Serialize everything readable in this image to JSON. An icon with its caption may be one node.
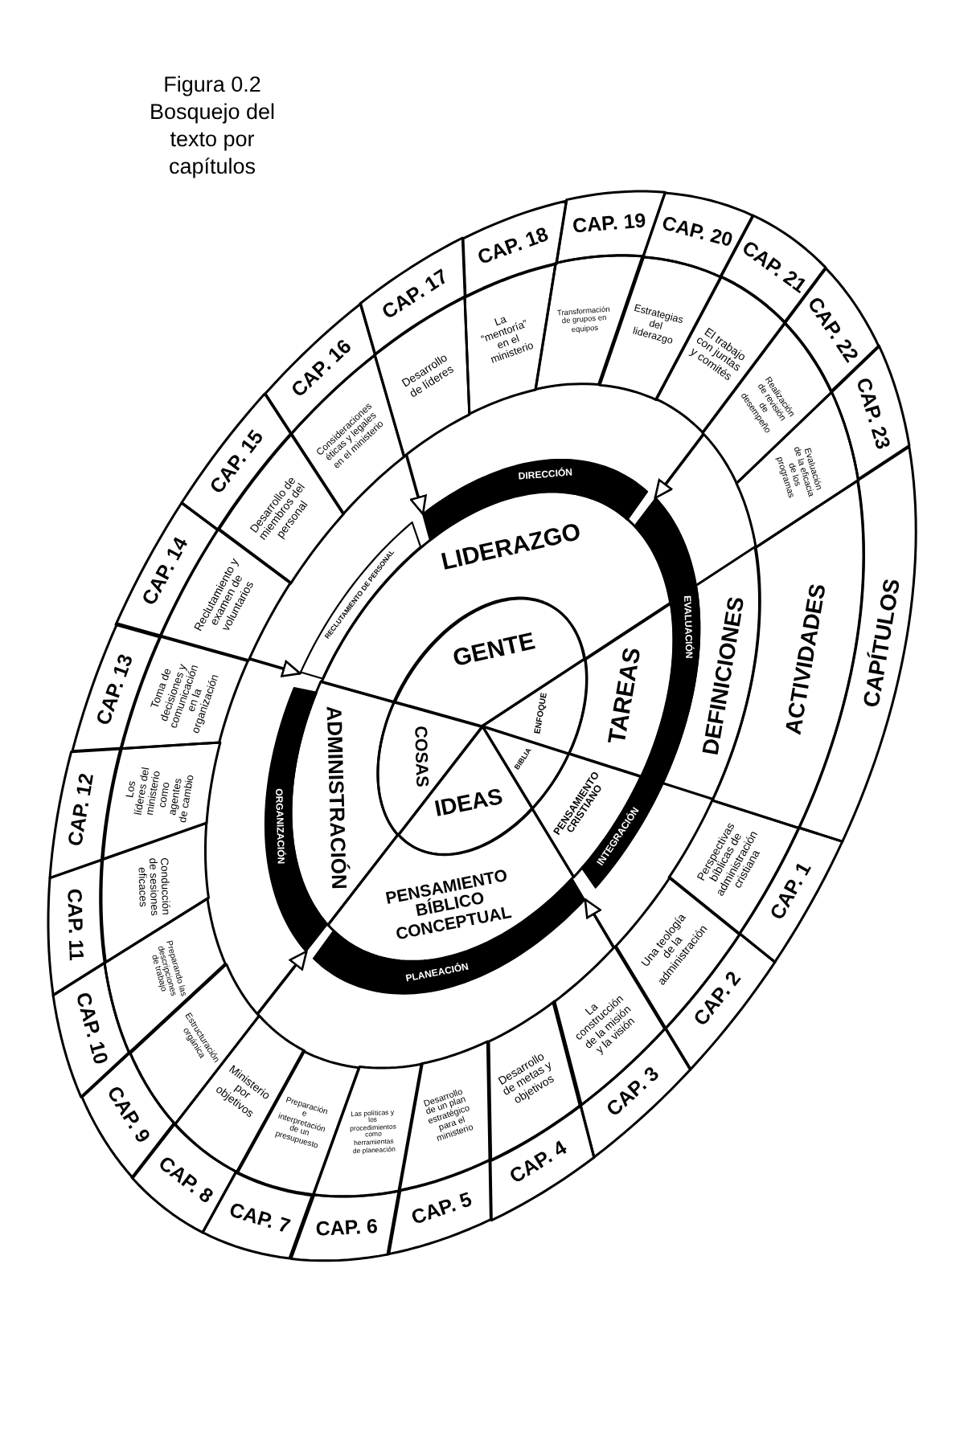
{
  "diagram": {
    "title": "Figura 0.2",
    "caption": "Bosquejo del texto por capítulos",
    "nodes": [
      {
        "text": [
          "GENTE"
        ]
      },
      {
        "text": [
          "COSAS"
        ]
      },
      {
        "text": [
          "IDEAS"
        ]
      },
      {
        "text": [
          "BIBLIA"
        ]
      },
      {
        "text": [
          "ENFOQUE"
        ]
      },
      {
        "text": [
          "LIDERAZGO"
        ]
      },
      {
        "text": [
          "ADMINISTRACIÓN"
        ]
      },
      {
        "text": [
          "PENSAMIENTO BÍBLICO CONCEPTUAL"
        ]
      },
      {
        "text": [
          "PENSAMIENTO CRISTIANO"
        ]
      },
      {
        "text": [
          "TAREAS"
        ]
      },
      {
        "text": [
          "DIRECCIÓN"
        ]
      },
      {
        "text": [
          "EVALUACIÓN"
        ]
      },
      {
        "text": [
          "INTEGRACIÓN"
        ]
      },
      {
        "text": [
          "PLANEACIÓN"
        ]
      },
      {
        "text": [
          "ORGANIZACIÓN"
        ]
      },
      {
        "text": [
          "RECLUTAMIENTO DE PERSONAL"
        ]
      },
      {
        "text": [
          "DEFINICIONES"
        ]
      },
      {
        "text": [
          "Perspectivas bíblicas de administración cristiana"
        ]
      },
      {
        "text": [
          "Una teología de la administración"
        ]
      },
      {
        "text": [
          "La construcción de la misión y la visión"
        ]
      },
      {
        "text": [
          "Desarrollo de metas y objetivos"
        ]
      },
      {
        "text": [
          "Desarrollo de un plan estratégico para el ministerio"
        ]
      },
      {
        "text": [
          "Las políticas y los procedimientos como herramientas de planeación"
        ]
      },
      {
        "text": [
          "Preparación e interpretación de un presupuesto"
        ]
      },
      {
        "text": [
          "Ministerio por objetivos"
        ]
      },
      {
        "text": [
          "Estructuración orgánica"
        ]
      },
      {
        "text": [
          "Preparando las descripciones de trabajo"
        ]
      },
      {
        "text": [
          "Conducción de sesiones eficaces"
        ]
      },
      {
        "text": [
          "Los líderes del ministerio como agentes de cambio"
        ]
      },
      {
        "text": [
          "Toma de decisiones y comunicación en la organización"
        ]
      },
      {
        "text": [
          "Reclutamiento y examen de voluntarios"
        ]
      },
      {
        "text": [
          "Desarrollo de miembros del personal"
        ]
      },
      {
        "text": [
          "Consideraciones éticas y legales en el ministerio"
        ]
      },
      {
        "text": [
          "Desarrollo de líderes"
        ]
      },
      {
        "text": [
          "La “mentoría” en el ministerio"
        ]
      },
      {
        "text": [
          "Transformación de grupos en equipos"
        ]
      },
      {
        "text": [
          "Estrategias del liderazgo"
        ]
      },
      {
        "text": [
          "El trabajo con juntas y comités"
        ]
      },
      {
        "text": [
          "Realización de revisión de desempeño"
        ]
      },
      {
        "text": [
          "Evaluación de la eficacia de los programas"
        ]
      },
      {
        "text": [
          "ACTIVIDADES"
        ]
      },
      {
        "text": [
          "CAP. 1"
        ]
      },
      {
        "text": [
          "CAP. 2"
        ]
      },
      {
        "text": [
          "CAP. 3"
        ]
      },
      {
        "text": [
          "CAP. 4"
        ]
      },
      {
        "text": [
          "CAP. 5"
        ]
      },
      {
        "text": [
          "CAP. 6"
        ]
      },
      {
        "text": [
          "CAP. 7"
        ]
      },
      {
        "text": [
          "CAP. 8"
        ]
      },
      {
        "text": [
          "CAP. 9"
        ]
      },
      {
        "text": [
          "CAP. 10"
        ]
      },
      {
        "text": [
          "CAP. 11"
        ]
      },
      {
        "text": [
          "CAP. 12"
        ]
      },
      {
        "text": [
          "CAP. 13"
        ]
      },
      {
        "text": [
          "CAP. 14"
        ]
      },
      {
        "text": [
          "CAP. 15"
        ]
      },
      {
        "text": [
          "CAP. 16"
        ]
      },
      {
        "text": [
          "CAP. 17"
        ]
      },
      {
        "text": [
          "CAP. 18"
        ]
      },
      {
        "text": [
          "CAP. 19"
        ]
      },
      {
        "text": [
          "CAP. 20"
        ]
      },
      {
        "text": [
          "CAP. 21"
        ]
      },
      {
        "text": [
          "CAP. 22"
        ]
      },
      {
        "text": [
          "CAP. 23"
        ]
      },
      {
        "text": [
          "CAPÍTULOS"
        ]
      }
    ],
    "edges": [
      {
        "from": 19,
        "to": 13,
        "arrow": "to"
      },
      {
        "from": 25,
        "to": 14,
        "arrow": "to"
      },
      {
        "from": 30,
        "to": 15,
        "arrow": "to"
      },
      {
        "from": 33,
        "to": 10,
        "arrow": "to"
      },
      {
        "from": 38,
        "to": 11,
        "arrow": "to"
      }
    ]
  }
}
